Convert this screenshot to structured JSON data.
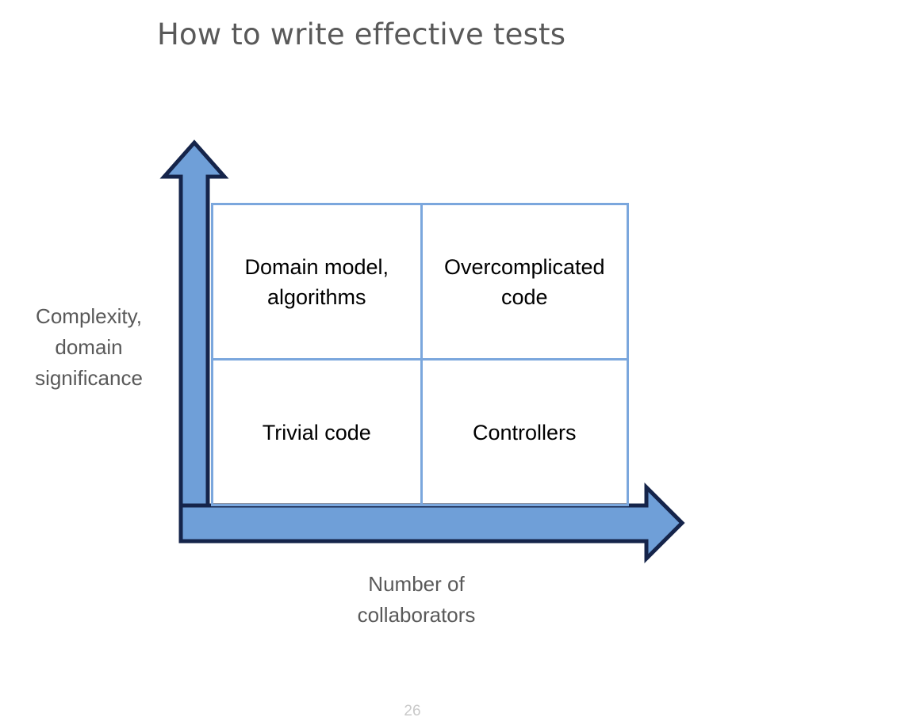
{
  "slide": {
    "title": "How to write effective tests",
    "page_number": "26",
    "background_color": "#ffffff",
    "title_color": "#595959"
  },
  "axes": {
    "y_label_lines": [
      "Complexity,",
      "domain",
      "significance"
    ],
    "x_label_lines": [
      "Number of",
      "collaborators"
    ],
    "label_color": "#595959",
    "arrow_fill": "#6f9fd8",
    "arrow_outline": "#15244a"
  },
  "chart_data": {
    "type": "table",
    "title": "How to write effective tests",
    "xlabel": "Number of collaborators",
    "ylabel": "Complexity, domain significance",
    "grid": true,
    "legend": "none",
    "quadrants": [
      {
        "id": "top-left",
        "x_level": "low",
        "y_level": "high",
        "label": "Domain model, algorithms"
      },
      {
        "id": "top-right",
        "x_level": "high",
        "y_level": "high",
        "label": "Overcomplicated code"
      },
      {
        "id": "bottom-left",
        "x_level": "low",
        "y_level": "low",
        "label": "Trivial code"
      },
      {
        "id": "bottom-right",
        "x_level": "high",
        "y_level": "low",
        "label": "Controllers"
      }
    ],
    "colors": {
      "grid_line": "#7ba7dd",
      "cell_text": "#000000",
      "axis_arrow": "#6f9fd8"
    }
  }
}
